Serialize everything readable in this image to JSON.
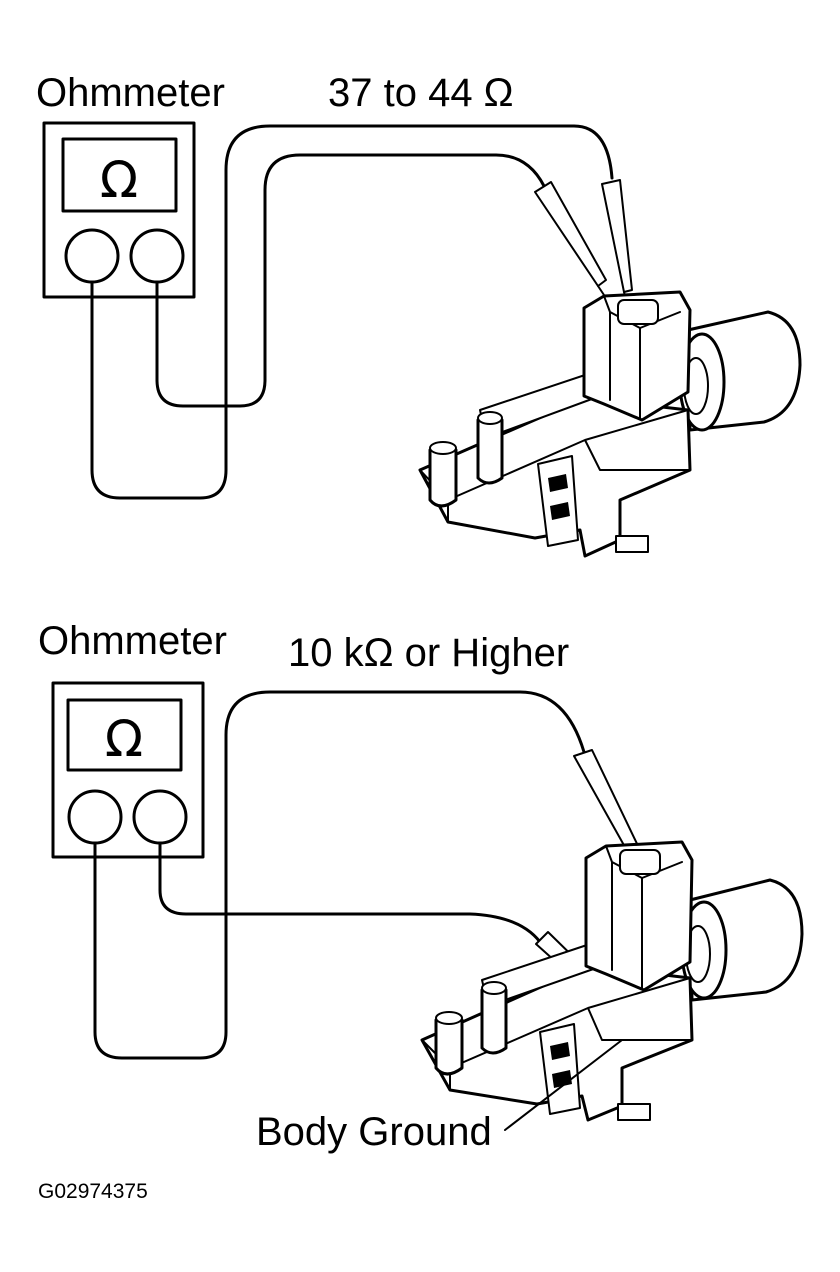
{
  "top_test": {
    "meter_label": "Ohmmeter",
    "meter_symbol": "Ω",
    "reading": "37 to 44 Ω"
  },
  "bottom_test": {
    "meter_label": "Ohmmeter",
    "meter_symbol": "Ω",
    "reading": "10 kΩ or Higher",
    "ground_label": "Body Ground"
  },
  "figure_id": "G02974375"
}
